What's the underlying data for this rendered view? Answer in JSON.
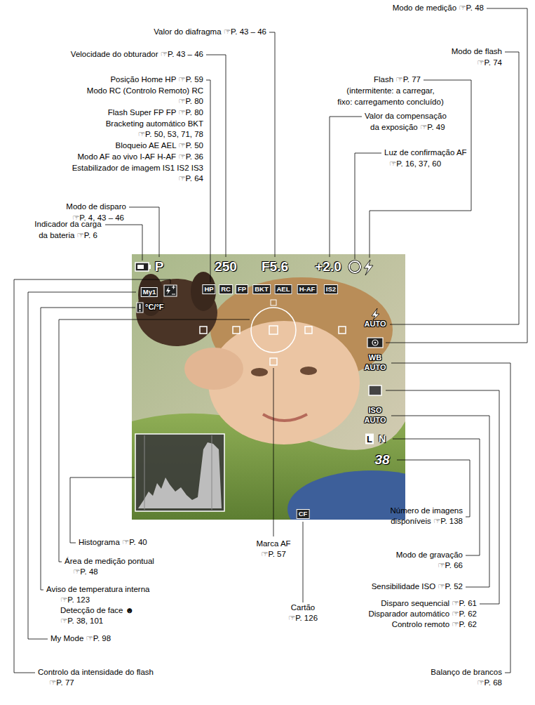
{
  "diagram": {
    "labels": [
      "Modo de medição ☞P. 48",
      "Valor do diafragma ☞P. 43 – 46",
      "Modo de flash",
      "☞P. 74",
      "Velocidade do obturador ☞P. 43 – 46",
      "Posição Home HP ☞P. 59",
      "Modo RC (Controlo Remoto) RC",
      "☞P. 80",
      "Flash Super FP FP ☞P. 80",
      "Bracketing automático BKT",
      "☞P. 50, 53, 71, 78",
      "Bloqueio AE AEL ☞P. 50",
      "Modo AF ao vivo I-AF H-AF ☞P. 36",
      "Estabilizador de imagem IS1 IS2 IS3",
      "☞P. 64",
      "Flash ☞P. 77",
      "(intermitente: a carregar,",
      "fixo: carregamento concluído)",
      "Valor da compensação",
      "da exposição ☞P. 49",
      "Luz de confirmação AF",
      "☞P. 16, 37, 60",
      "Modo de disparo",
      "☞P. 4, 43 – 46",
      "Indicador da carga",
      "da bateria ☞P. 6",
      "Histograma ☞P. 40",
      "Marca AF",
      "☞P. 57",
      "Número de imagens",
      "disponíveis ☞P. 138",
      "Área de medição pontual",
      "☞P. 48",
      "Modo de gravação",
      "☞P. 66",
      "Aviso de temperatura interna",
      "☞P. 123",
      "Detecção de face ☻",
      "☞P. 38, 101",
      "Sensibilidade ISO ☞P. 52",
      "Cartão",
      "☞P. 126",
      "Disparo sequencial ☞P. 61",
      "Disparador automático ☞P. 62",
      "Controlo remoto ☞P. 62",
      "My Mode ☞P. 98",
      "Controlo da intensidade do flash",
      "☞P. 77",
      "Balanço de brancos",
      "☞P. 68",
      "P",
      "250",
      "F5.6",
      "+2.0",
      "HP",
      "RC",
      "FP",
      "BKT",
      "AEL",
      "H-AF",
      "IS2",
      "My1",
      "°C/°F",
      "AUTO",
      "WB",
      "AUTO",
      "ISO",
      "AUTO",
      "L",
      "N",
      "38",
      "CF"
    ]
  }
}
